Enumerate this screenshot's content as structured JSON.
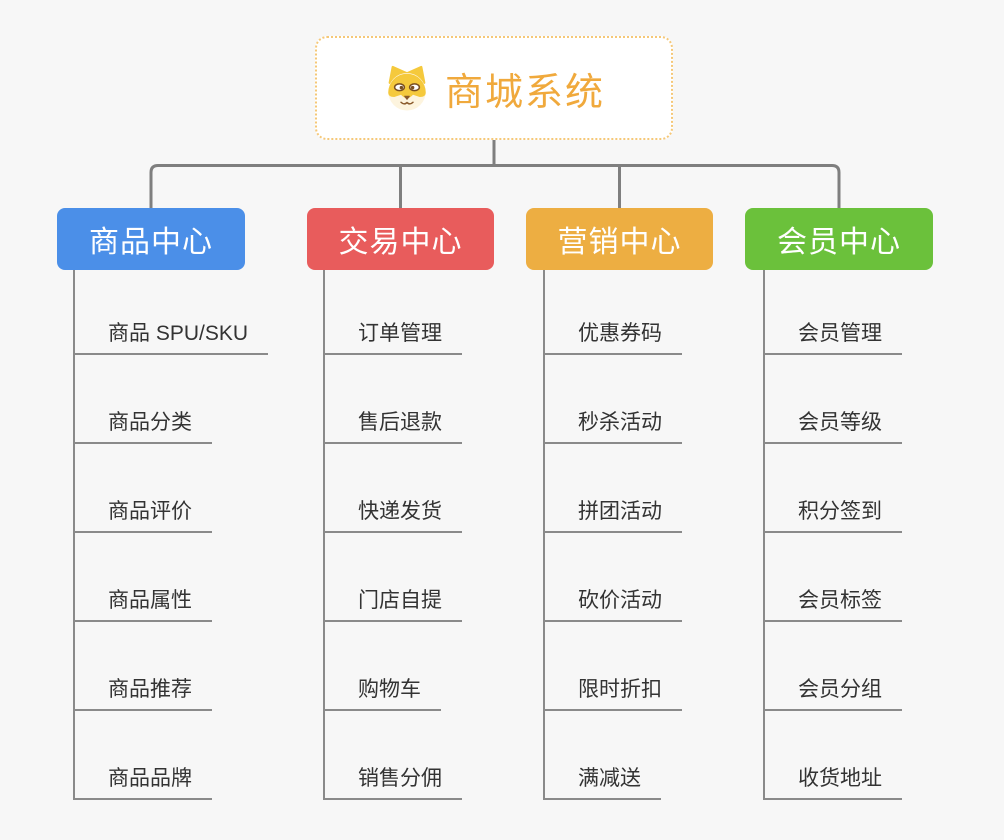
{
  "root": {
    "title": "商城系统",
    "icon": "dog-face-icon",
    "accent_color": "#F0A93C",
    "border_color": "#F5C878"
  },
  "branches": [
    {
      "label": "商品中心",
      "color": "#4B8FE8",
      "children": [
        "商品 SPU/SKU",
        "商品分类",
        "商品评价",
        "商品属性",
        "商品推荐",
        "商品品牌"
      ]
    },
    {
      "label": "交易中心",
      "color": "#E85C5C",
      "children": [
        "订单管理",
        "售后退款",
        "快递发货",
        "门店自提",
        "购物车",
        "销售分佣"
      ]
    },
    {
      "label": "营销中心",
      "color": "#EDAE42",
      "children": [
        "优惠券码",
        "秒杀活动",
        "拼团活动",
        "砍价活动",
        "限时折扣",
        "满减送"
      ]
    },
    {
      "label": "会员中心",
      "color": "#6BC13B",
      "children": [
        "会员管理",
        "会员等级",
        "积分签到",
        "会员标签",
        "会员分组",
        "收货地址"
      ]
    }
  ],
  "colors": {
    "background": "#F7F7F7",
    "connector_line": "#7F7F7F",
    "child_underline": "#8A8A8A",
    "child_text": "#333333"
  }
}
